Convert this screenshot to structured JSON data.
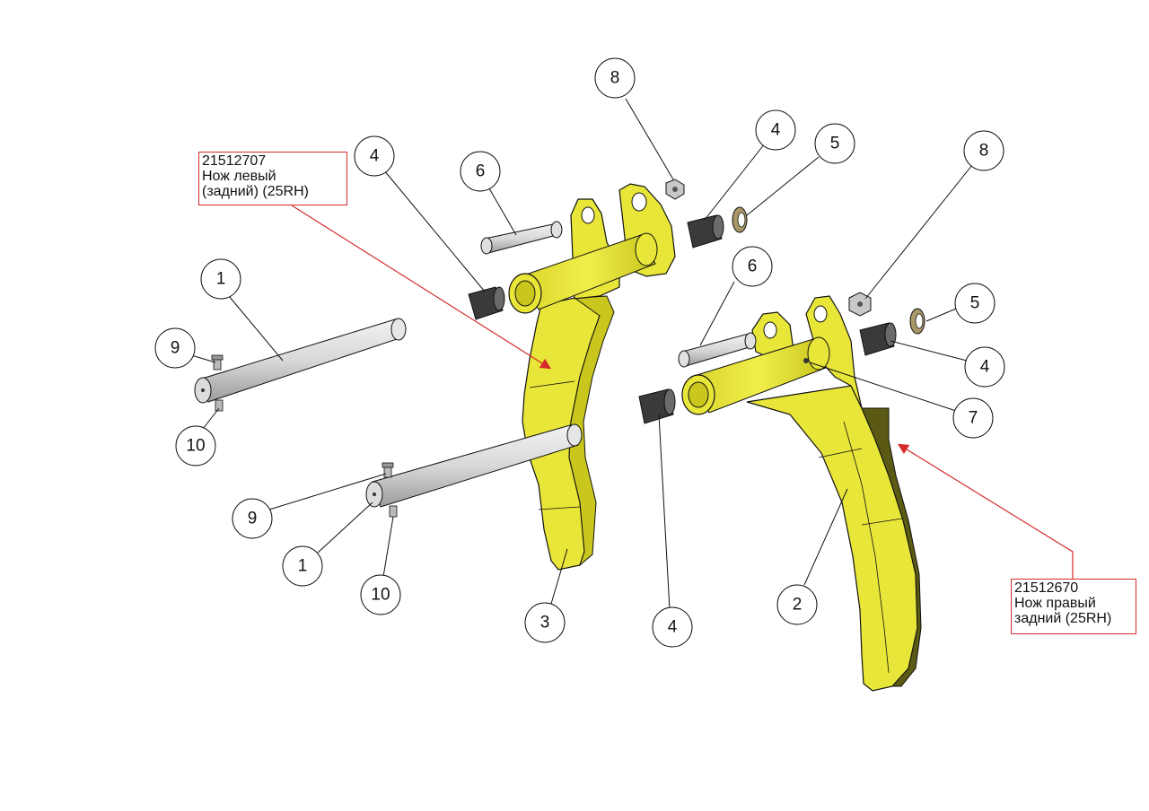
{
  "callouts": {
    "left": {
      "part_no": "21512707",
      "line1": "Нож левый",
      "line2": "(задний) (25RH)"
    },
    "right": {
      "part_no": "21512670",
      "line1": "Нож правый",
      "line2": "задний  (25RH)"
    }
  },
  "balloons": [
    {
      "id": "b-8-top",
      "label": "8"
    },
    {
      "id": "b-4-top-left",
      "label": "4"
    },
    {
      "id": "b-6-top",
      "label": "6"
    },
    {
      "id": "b-4-top-right",
      "label": "4"
    },
    {
      "id": "b-5-top",
      "label": "5"
    },
    {
      "id": "b-8-right",
      "label": "8"
    },
    {
      "id": "b-6-mid",
      "label": "6"
    },
    {
      "id": "b-5-right",
      "label": "5"
    },
    {
      "id": "b-4-right",
      "label": "4"
    },
    {
      "id": "b-7",
      "label": "7"
    },
    {
      "id": "b-1-top",
      "label": "1"
    },
    {
      "id": "b-9-top",
      "label": "9"
    },
    {
      "id": "b-10-top",
      "label": "10"
    },
    {
      "id": "b-9-bottom",
      "label": "9"
    },
    {
      "id": "b-1-bottom",
      "label": "1"
    },
    {
      "id": "b-10-bottom",
      "label": "10"
    },
    {
      "id": "b-3",
      "label": "3"
    },
    {
      "id": "b-4-bottom",
      "label": "4"
    },
    {
      "id": "b-2",
      "label": "2"
    }
  ],
  "colors": {
    "ripper_yellow": "#e8e638",
    "ripper_shade": "#c9c61e",
    "callout_red": "#d42a2a",
    "bushing_dark": "#3a3a3a",
    "pin_gray": "#d9d9d9"
  }
}
